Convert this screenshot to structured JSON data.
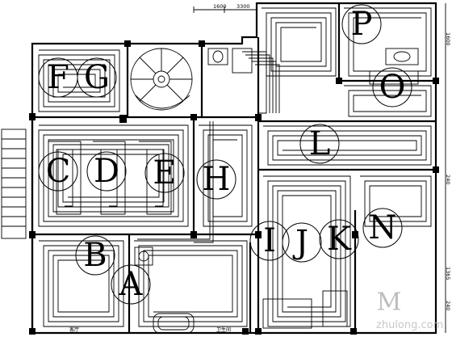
{
  "zones": [
    {
      "letter": "F"
    },
    {
      "letter": "G"
    },
    {
      "letter": "P"
    },
    {
      "letter": "O"
    },
    {
      "letter": "L"
    },
    {
      "letter": "C"
    },
    {
      "letter": "D"
    },
    {
      "letter": "E"
    },
    {
      "letter": "H"
    },
    {
      "letter": "I"
    },
    {
      "letter": "J"
    },
    {
      "letter": "K"
    },
    {
      "letter": "N"
    },
    {
      "letter": "B"
    },
    {
      "letter": "A"
    },
    {
      "letter": "M"
    }
  ],
  "dims": {
    "top_left": "1600",
    "top_mid": "3300",
    "right_1": "1600",
    "right_2": "240",
    "right_3": "1365",
    "right_4": "240"
  },
  "notes": {
    "room_bottom_1": "客厅",
    "room_bottom_2": "卫生间"
  },
  "watermark": {
    "text": "zhulong.com"
  }
}
